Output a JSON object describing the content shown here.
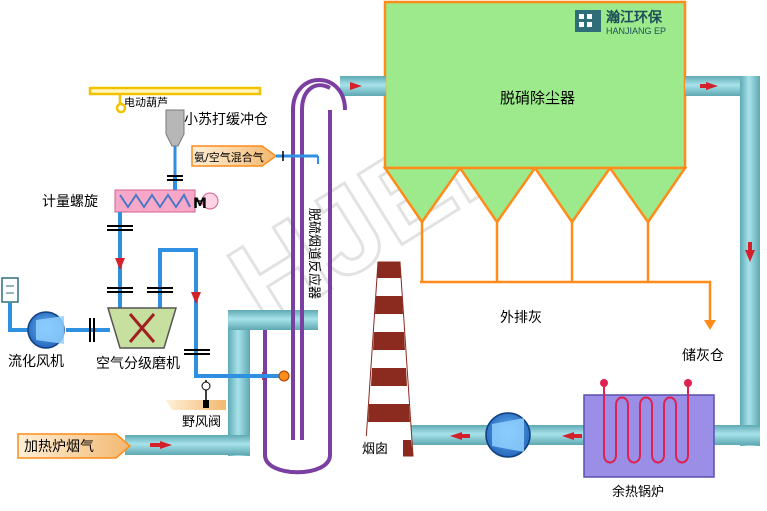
{
  "logo": {
    "cn": "瀚江环保",
    "en": "HANJIANG EP"
  },
  "watermark": "HJEP",
  "labels": {
    "collector": "脱硝除尘器",
    "hoist": "电动葫芦",
    "buffer": "小苏打缓冲仓",
    "ammonia": "氨/空气混合气",
    "screw": "计量螺旋",
    "motor": "M",
    "fan": "流化风机",
    "mill": "空气分级磨机",
    "valve": "野风阀",
    "furnace_gas": "加热炉烟气",
    "reactor": "脱硫烟道反应器",
    "discharge": "外排灰",
    "silo": "储灰仓",
    "chimney": "烟囱",
    "boiler": "余热锅炉"
  },
  "colors": {
    "pipe": "#7ac7d1",
    "pipe_dark": "#3a8a95",
    "collector": "#9cea8c",
    "outline": "#ff8c1a",
    "reactor": "#7a3fa0",
    "air": "#2f8fe0",
    "arrow": "#d4202a",
    "boiler": "#9a8ee6",
    "chimney": "#8b2a1e",
    "hoist": "#f2c200"
  }
}
